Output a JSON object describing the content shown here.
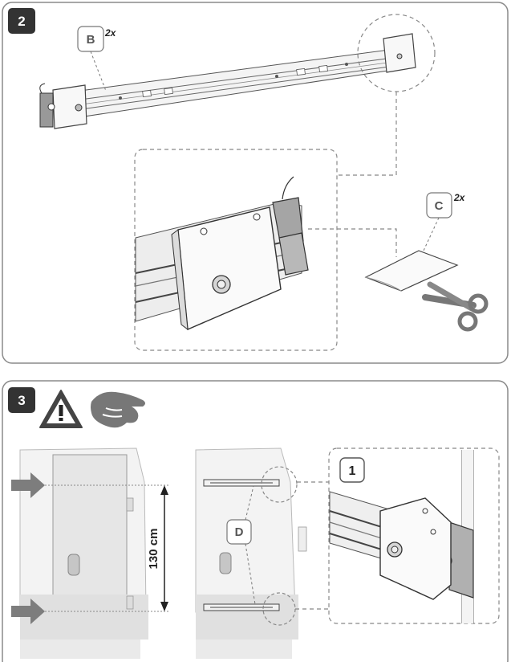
{
  "step2": {
    "number": "2",
    "callout_b": {
      "letter": "B",
      "qty": "2x"
    },
    "callout_c": {
      "letter": "C",
      "qty": "2x"
    }
  },
  "step3": {
    "number": "3",
    "icons": [
      "warning-triangle-icon",
      "glove-hand-icon"
    ],
    "dimension": "130 cm",
    "callout_d": {
      "letter": "D"
    },
    "detail_number": "1"
  },
  "colors": {
    "panel_border": "#8a8a8a",
    "badge_fill": "#333333",
    "arrow_fill": "#7d7d7d",
    "rail_fill": "#f2f2f2",
    "van_fill": "#eeeeee"
  }
}
